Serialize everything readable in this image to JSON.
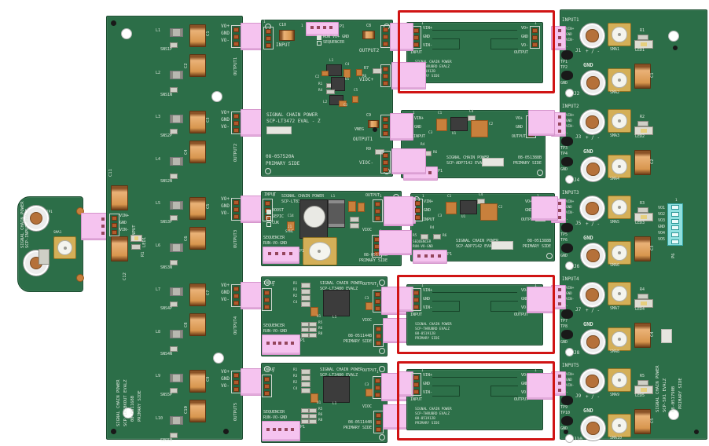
{
  "common": {
    "brand": "SIGNAL CHAIN POWER",
    "side": "PRIMARY SIDE",
    "input": "INPUT",
    "output": "OUTPUT",
    "gnd": "GND",
    "vinp": "VIN+",
    "vinm": "VIN-",
    "vop": "VO+",
    "vom": "VO-",
    "vioc": "VIOC",
    "viocp": "VIOC+",
    "viocm": "VIOC-",
    "vneg": "VNEG",
    "seq": "SEQUENCER",
    "run_vo_gnd": "RUN-VO-GND",
    "run_header": "RUN VO+ GND",
    "p1": "P1",
    "one": "1",
    "pm": "+ / -",
    "pm_small": "+/-",
    "sync": "SYNC"
  },
  "input_board": {
    "model": "SCP-INPUT EVALZ",
    "tp1": "TP1",
    "sma": "SMA1"
  },
  "left_board": {
    "model": "SCP-1X5BKOUT EVALZ",
    "pn": "08-051168B",
    "r1": "R1",
    "led1": "LED1",
    "c11": "C11",
    "c12": "C12",
    "outputs": [
      {
        "name": "OUTPUT1"
      },
      {
        "name": "OUTPUT2"
      },
      {
        "name": "OUTPUT3"
      },
      {
        "name": "OUTPUT4"
      },
      {
        "name": "OUTPUT5"
      }
    ],
    "channels": [
      {
        "l_top": "L1",
        "c_top": "C1",
        "sns_p": "SNS1P",
        "l_bot": "L2",
        "c_bot": "C2",
        "sns_n": "SNS1N"
      },
      {
        "l_top": "L3",
        "c_top": "C3",
        "sns_p": "SNS2P",
        "l_bot": "L4",
        "c_bot": "C4",
        "sns_n": "SNS2N"
      },
      {
        "l_top": "L5",
        "c_top": "C5",
        "sns_p": "SNS3P",
        "l_bot": "L6",
        "c_bot": "C6",
        "sns_n": "SNS3N"
      },
      {
        "l_top": "L7",
        "c_top": "C7",
        "sns_p": "SNS4P",
        "l_bot": "L8",
        "c_bot": "C8",
        "sns_n": "SNS4N"
      },
      {
        "l_top": "L9",
        "c_top": "C9",
        "sns_p": "SNS5P",
        "l_bot": "L10",
        "c_bot": "C10",
        "sns_n": "SNS5N"
      }
    ]
  },
  "lt3472": {
    "model": "SCP-LT3472 EVAL - Z",
    "pn": "08-057520A",
    "c10": "C10",
    "c8": "C8",
    "out2": "OUTPUT2",
    "r7": "R7",
    "c9": "C9",
    "out1": "OUTPUT1",
    "r9": "R9",
    "parts": [
      "L1",
      "C4",
      "C2",
      "R1",
      "U1",
      "R4",
      "R6",
      "L2",
      "C3",
      "C5"
    ]
  },
  "lt8362": {
    "model": "SCP-LT8362 EVALZ",
    "pn": "08-051163B",
    "topo": [
      "BOOST",
      "SEPIC",
      "CUK"
    ],
    "c14": "C14",
    "l1": "L1",
    "j1": "J1"
  },
  "lt3480": {
    "model": "SCP-LT3480 EVALZ",
    "pn": "08-051144B",
    "left_parts": [
      "R1",
      "R3",
      "R2",
      "C4"
    ],
    "u1": "U1",
    "l1": "L1",
    "r_bank": [
      "R5",
      "R6",
      "R8"
    ],
    "c3": "C3"
  },
  "thru": {
    "model": "SCP-THRUBRD EVALZ",
    "pn": "08-051912B"
  },
  "adp": {
    "model": "SCP-ADP7142 EVALZ",
    "pn": "08-051388B",
    "parts": [
      "C1",
      "U1",
      "C4",
      "C2",
      "C3"
    ],
    "r4": "R4",
    "r5": "R5",
    "r6": "R6"
  },
  "right_board": {
    "model": "SCP-5X1 EVALZ",
    "pn": "08-051790B",
    "p6": "P6",
    "vo_pins": [
      "VO1",
      "VO2",
      "VO3",
      "GND",
      "VO4",
      "VO5"
    ],
    "channels": [
      {
        "input": "INPUT1",
        "j_in": "J1",
        "sma_in": "SMA1",
        "r": "R1",
        "led": "LED1",
        "tp_a": "TP1",
        "tp_b": "TP2",
        "j_gnd": "J2",
        "sma_gnd": "SMA2",
        "cap": "C1"
      },
      {
        "input": "INPUT2",
        "j_in": "J3",
        "sma_in": "SMA3",
        "r": "R2",
        "led": "LED2",
        "tp_a": "TP3",
        "tp_b": "TP4",
        "j_gnd": "J4",
        "sma_gnd": "SMA4",
        "cap": "C2"
      },
      {
        "input": "INPUT3",
        "j_in": "J5",
        "sma_in": "SMA5",
        "r": "R3",
        "led": "LED3",
        "tp_a": "TP5",
        "tp_b": "TP6",
        "j_gnd": "J6",
        "sma_gnd": "SMA6",
        "cap": "C3"
      },
      {
        "input": "INPUT4",
        "j_in": "J7",
        "sma_in": "SMA7",
        "r": "R4",
        "led": "LED4",
        "tp_a": "TP7",
        "tp_b": "TP8",
        "j_gnd": "J8",
        "sma_gnd": "SMA8",
        "cap": "C4"
      },
      {
        "input": "INPUT5",
        "j_in": "J9",
        "sma_in": "SMA9",
        "r": "R5",
        "led": "LED5",
        "tp_a": "TP9",
        "tp_b": "TP10",
        "j_gnd": "J10",
        "sma_gnd": "SMA10",
        "cap": "C5"
      }
    ]
  }
}
